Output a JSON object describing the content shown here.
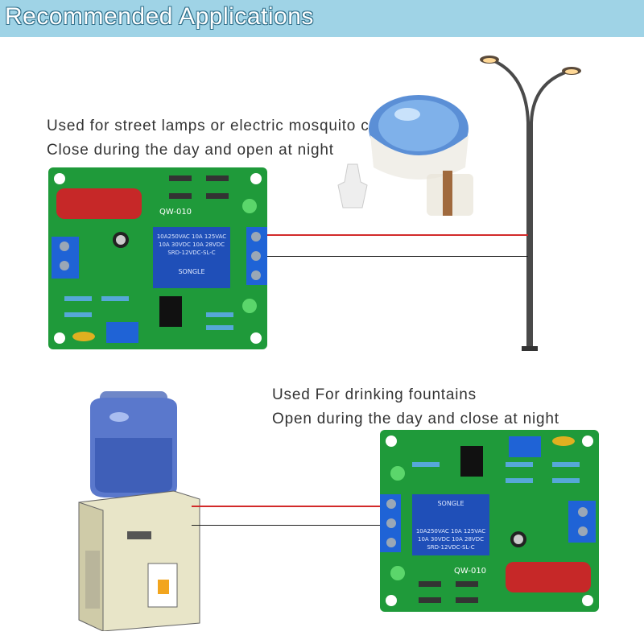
{
  "header": {
    "title": "Recommended Applications",
    "color": "#9fd3e6"
  },
  "application_1": {
    "line1": "Used for street lamps or electric mosquito coils",
    "line2": "Close during the day and open at night",
    "board_label": "QW-010",
    "relay_text": [
      "10A250VAC 10A 125VAC",
      "10A 30VDC 10A 28VDC",
      "SRD-12VDC-SL-C"
    ],
    "relay_brand": "SONGLE"
  },
  "application_2": {
    "line1": "Used For drinking fountains",
    "line2": "Open during the day and close at night",
    "board_label": "QW-010",
    "relay_text": [
      "10A250VAC 10A 125VAC",
      "10A 30VDC 10A 28VDC",
      "SRD-12VDC-SL-C"
    ],
    "relay_brand": "SONGLE"
  },
  "colors": {
    "pcb_green": "#1f9a3a",
    "relay_blue": "#1f4fb8",
    "terminal_blue": "#1f63d6",
    "wire_red": "#d22a2a"
  }
}
